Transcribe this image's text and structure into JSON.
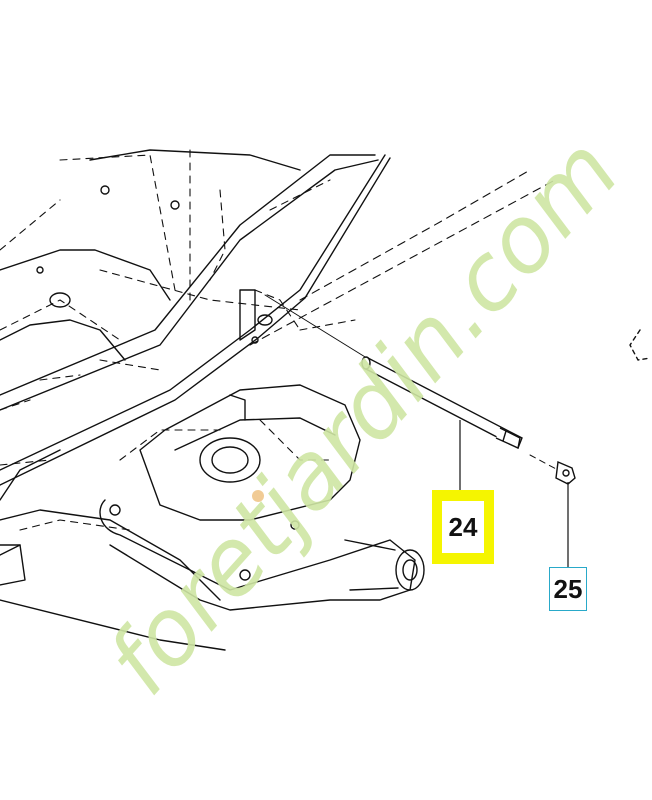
{
  "callouts": {
    "part_24": {
      "label": "24",
      "highlight_color": "#f5f500"
    },
    "part_25": {
      "label": "25",
      "border_color": "#29a9c9"
    }
  },
  "watermark": {
    "text": "foretjardin.com",
    "color": "#cfe6a4",
    "accent_color": "#f0c58a"
  },
  "line_color": "#111111"
}
